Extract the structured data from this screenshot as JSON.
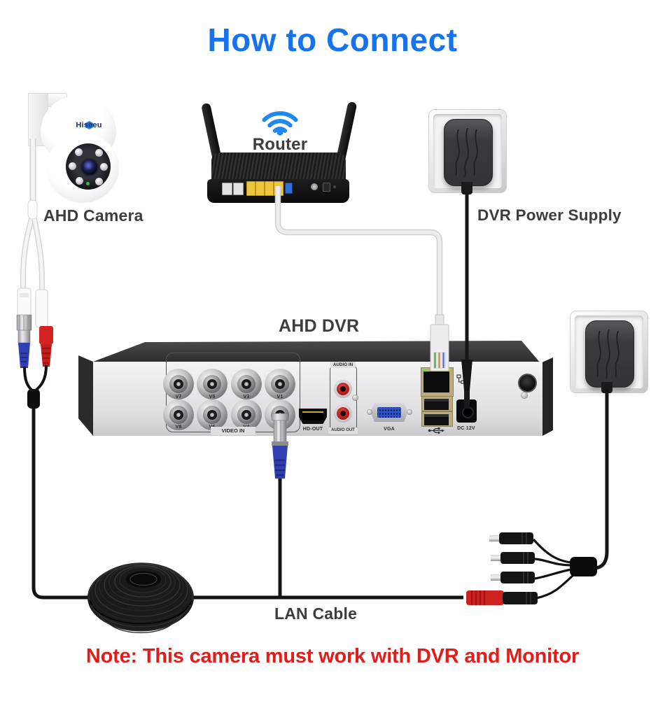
{
  "title": "How to Connect",
  "note": "Note: This camera must work with DVR and Monitor",
  "labels": {
    "camera": "AHD Camera",
    "router": "Router",
    "dvr": "AHD DVR",
    "dvr_power": "DVR Power Supply",
    "lan_cable": "LAN Cable"
  },
  "camera": {
    "brand": "Hiseeu"
  },
  "dvr_ports": {
    "video_in": "VIDEO IN",
    "bnc": [
      "V7",
      "V5",
      "V3",
      "V1",
      "V8",
      "V6",
      "V4"
    ],
    "audio_in": "AUDIO IN",
    "audio_out": "AUDIO OUT",
    "hdmi": "HD-OUT",
    "vga": "VGA",
    "dc": "DC 12V"
  },
  "colors": {
    "title_blue": "#1673f0",
    "note_red": "#e31b1b",
    "wifi_blue": "#1e87f0",
    "label_gray": "#3d3d3d",
    "port_yellow": "#ecc53b",
    "bnc_boot_blue": "#3040b2",
    "dc_plug_red": "#ce2222"
  }
}
